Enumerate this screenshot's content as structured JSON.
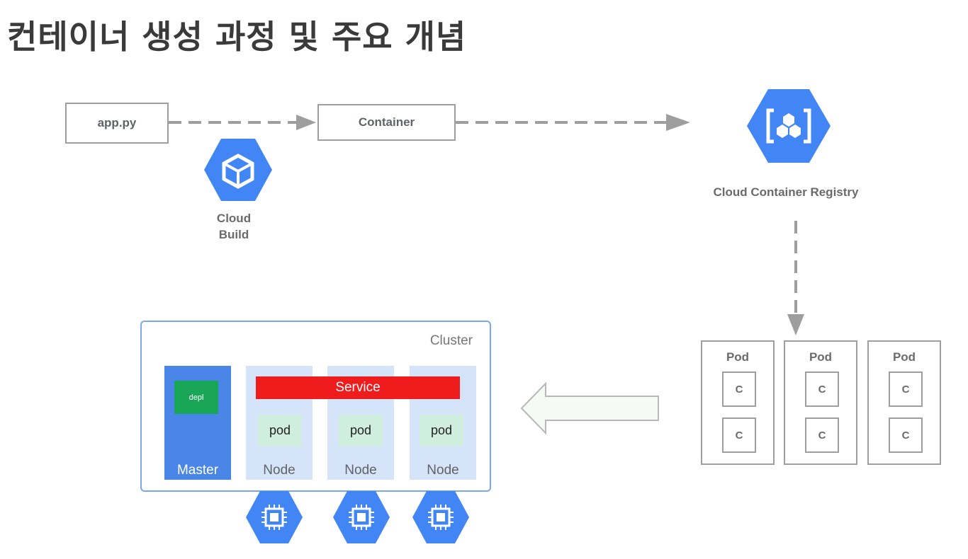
{
  "title": "컨테이너 생성 과정 및 주요 개념",
  "source_file": "app.py",
  "container": "Container",
  "cloud_build": {
    "line1": "Cloud",
    "line2": "Build"
  },
  "registry": "Cloud Container Registry",
  "cluster": {
    "label": "Cluster",
    "master": {
      "label": "Master",
      "deployment": "depl"
    },
    "service": "Service",
    "nodes": [
      {
        "label": "Node",
        "pod": "pod"
      },
      {
        "label": "Node",
        "pod": "pod"
      },
      {
        "label": "Node",
        "pod": "pod"
      }
    ]
  },
  "pods": [
    {
      "title": "Pod",
      "containers": [
        "C",
        "C"
      ]
    },
    {
      "title": "Pod",
      "containers": [
        "C",
        "C"
      ]
    },
    {
      "title": "Pod",
      "containers": [
        "C",
        "C"
      ]
    }
  ],
  "colors": {
    "google_blue": "#4285f4",
    "master_blue": "#4a86e8",
    "node_bg": "#d6e4fa",
    "service_red": "#ee1c1c",
    "deployment_green": "#19a657",
    "pod_green": "#cfeedd",
    "arrow_gray": "#9e9e9e"
  },
  "icons": {
    "cloud_build": "cloud-build-icon",
    "registry": "container-registry-icon",
    "compute": "compute-engine-icon"
  }
}
